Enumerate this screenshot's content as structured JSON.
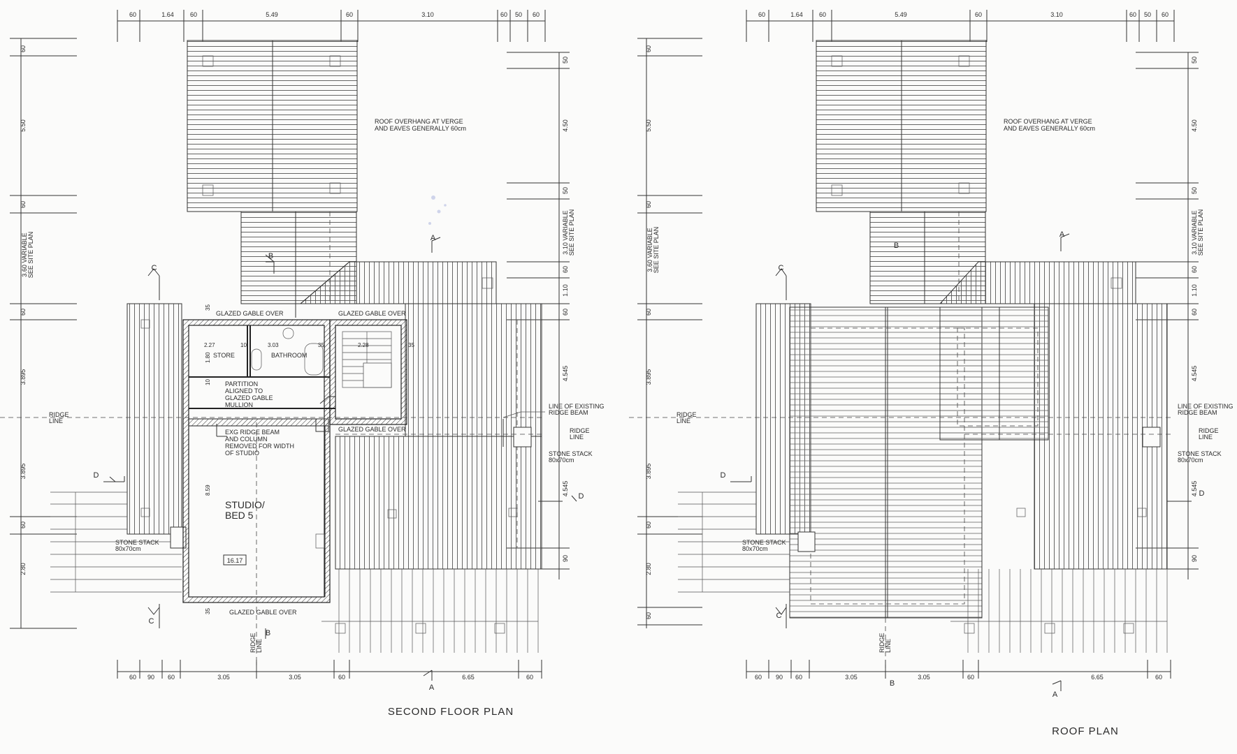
{
  "second_floor": {
    "title": "SECOND FLOOR PLAN",
    "top_dims": [
      "60",
      "1.64",
      "60",
      "5.49",
      "60",
      "3.10",
      "60",
      "50",
      "60"
    ],
    "bottom_dims": [
      "60",
      "90",
      "60",
      "3.05",
      "3.05",
      "60",
      "6.65",
      "60"
    ],
    "left_dims": [
      "60",
      "5.50",
      "60",
      "3.60 VARIABLE",
      "SEE SITE PLAN",
      "60",
      "3.895",
      "3.895",
      "60",
      "2.80"
    ],
    "right_dims": [
      "50",
      "4.50",
      "50",
      "3.10 VARIABLE",
      "SEE SITE PLAN",
      "60",
      "1.10",
      "60",
      "4.545",
      "4.545",
      "90"
    ],
    "note": [
      "ROOF OVERHANG AT VERGE",
      "AND EAVES GENERALLY 60cm"
    ],
    "labels": {
      "glazed_gable_1": "GLAZED GABLE OVER",
      "glazed_gable_2": "GLAZED GABLE OVER",
      "glazed_gable_3": "GLAZED GABLE OVER",
      "glazed_gable_4": "GLAZED GABLE OVER",
      "store": "STORE",
      "bathroom": "BATHROOM",
      "partition": [
        "PARTITION",
        "ALIGNED TO",
        "GLAZED GABLE",
        "MULLION"
      ],
      "exg_ridge": [
        "EXG RIDGE BEAM",
        "AND COLUMN",
        "REMOVED FOR WIDTH",
        "OF STUDIO"
      ],
      "studio": [
        "STUDIO/",
        "BED 5"
      ],
      "area": "16.17",
      "stone_stack_left": [
        "STONE STACK",
        "80x70cm"
      ],
      "stone_stack_right": [
        "STONE STACK",
        "80x70cm"
      ],
      "line_existing": [
        "LINE OF EXISTING",
        "RIDGE BEAM"
      ],
      "ridge_line_left": [
        "RIDGE",
        "LINE"
      ],
      "ridge_line_right": [
        "RIDGE",
        "LINE"
      ],
      "ridge_line_bottom": [
        "RIDGE",
        "LINE"
      ],
      "inner_dims": [
        "35",
        "2.27",
        "10",
        "3.03",
        "35",
        "2.28",
        "35",
        "1.80",
        "10",
        "8.59",
        "35"
      ],
      "section_marks": [
        "A",
        "A",
        "B",
        "B",
        "C",
        "C",
        "D",
        "D"
      ]
    }
  },
  "roof": {
    "title": "ROOF PLAN",
    "top_dims": [
      "60",
      "1.64",
      "60",
      "5.49",
      "60",
      "3.10",
      "60",
      "50",
      "60"
    ],
    "bottom_dims": [
      "60",
      "90",
      "60",
      "3.05",
      "3.05",
      "60",
      "6.65",
      "60"
    ],
    "left_dims": [
      "60",
      "5.50",
      "60",
      "3.60 VARIABLE",
      "SEE SITE PLAN",
      "60",
      "3.895",
      "3.895",
      "60",
      "2.80",
      "60"
    ],
    "right_dims": [
      "50",
      "4.50",
      "50",
      "3.10 VARIABLE",
      "SEE SITE PLAN",
      "60",
      "1.10",
      "60",
      "4.545",
      "4.545",
      "90"
    ],
    "note": [
      "ROOF OVERHANG AT VERGE",
      "AND EAVES GENERALLY 60cm"
    ],
    "labels": {
      "ridge_line_left": [
        "RIDGE",
        "LINE"
      ],
      "ridge_line_right": [
        "RIDGE",
        "LINE"
      ],
      "ridge_line_bottom": [
        "RIDGE",
        "LINE"
      ],
      "line_existing": [
        "LINE OF EXISTING",
        "RIDGE BEAM"
      ],
      "stone_stack_left": [
        "STONE STACK",
        "80x70cm"
      ],
      "stone_stack_right": [
        "STONE STACK",
        "80x70cm"
      ],
      "section_marks": [
        "A",
        "A",
        "B",
        "B",
        "C",
        "C",
        "D",
        "D"
      ]
    }
  },
  "colors": {
    "ink": "#2a2a2a",
    "paper": "#fbfbfa",
    "smudge": "#9aa3d6"
  }
}
